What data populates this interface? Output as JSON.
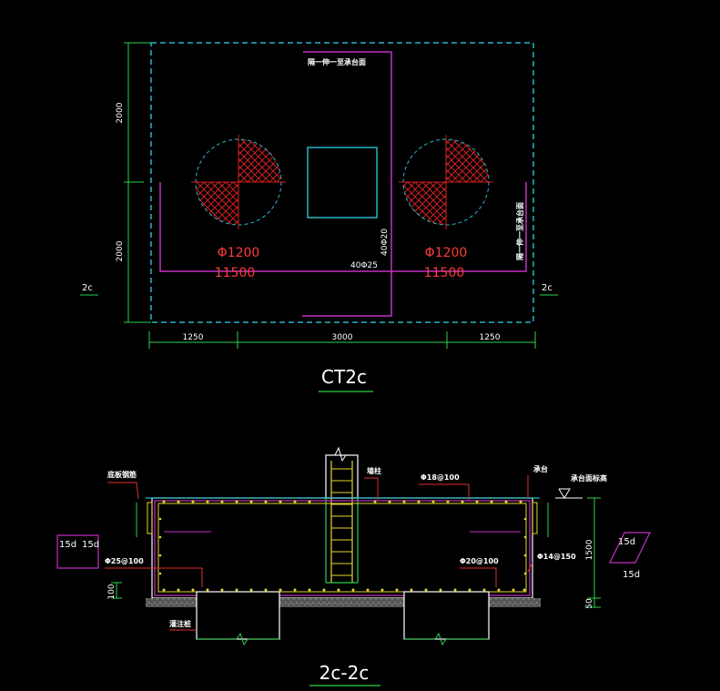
{
  "plan": {
    "dims_left": [
      "2000",
      "2000"
    ],
    "dims_bottom": [
      "1250",
      "3000",
      "1250"
    ],
    "pile_left": {
      "dia": "Φ1200",
      "len": "11500"
    },
    "pile_right": {
      "dia": "Φ1200",
      "len": "11500"
    },
    "rebar_bottom": "40Φ25",
    "rebar_vertical": "40Φ20",
    "note_top": "隔一伸一至承台面",
    "note_side": "隔一伸一至承台面",
    "section_mark_left": "2c",
    "section_mark_right": "2c",
    "title": "CT2c"
  },
  "section": {
    "label_bottom_rebar": "底板钢筋",
    "label_wall": "墙柱",
    "label_top_rebar": "Φ18@100",
    "label_cap": "承台",
    "label_elev": "承台面标高",
    "label_left_bar": "Φ25@100",
    "label_right_bar": "Φ20@100",
    "label_side_bar": "Φ14@150",
    "label_pile": "灌注桩",
    "dim_height": "1500",
    "dim_cover": "100",
    "dim_cover_right": "50",
    "lap_box_left": [
      "15d",
      "15d"
    ],
    "lap_box_right": [
      "15d",
      "15d"
    ],
    "title": "2c-2c"
  }
}
